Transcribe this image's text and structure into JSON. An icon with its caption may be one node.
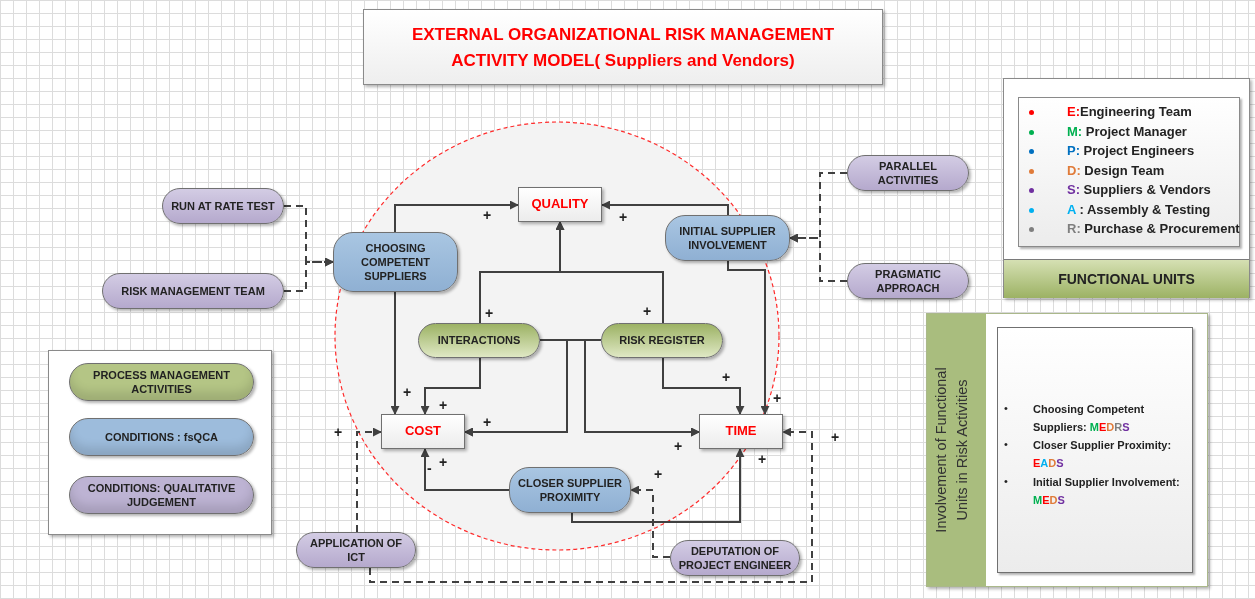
{
  "diagram": {
    "title": "EXTERNAL ORGANIZATIONAL RISK MANAGEMENT ACTIVITY MODEL( Suppliers and Vendors)",
    "nodes": [
      {
        "text": [
          "QUALITY"
        ]
      },
      {
        "text": [
          "COST"
        ]
      },
      {
        "text": [
          "TIME"
        ]
      },
      {
        "text": [
          "CHOOSING COMPETENT SUPPLIERS"
        ]
      },
      {
        "text": [
          "INITIAL SUPPLIER INVOLVEMENT"
        ]
      },
      {
        "text": [
          "INTERACTIONS"
        ]
      },
      {
        "text": [
          "RISK REGISTER"
        ]
      },
      {
        "text": [
          "CLOSER SUPPLIER PROXIMITY"
        ]
      },
      {
        "text": [
          "RUN AT RATE TEST"
        ]
      },
      {
        "text": [
          "RISK MANAGEMENT TEAM"
        ]
      },
      {
        "text": [
          "PARALLEL ACTIVITIES"
        ]
      },
      {
        "text": [
          "PRAGMATIC APPROACH"
        ]
      },
      {
        "text": [
          "APPLICATION OF ICT"
        ]
      },
      {
        "text": [
          "DEPUTATION OF PROJECT ENGINEER"
        ]
      }
    ],
    "edges": [
      {
        "from": 3,
        "to": 0,
        "arrow": "to"
      },
      {
        "from": 3,
        "to": 1,
        "arrow": "to"
      },
      {
        "from": 4,
        "to": 0,
        "arrow": "to"
      },
      {
        "from": 4,
        "to": 2,
        "arrow": "to"
      },
      {
        "from": 5,
        "to": 0,
        "arrow": "to"
      },
      {
        "from": 6,
        "to": 0,
        "arrow": "to"
      },
      {
        "from": 5,
        "to": 1,
        "arrow": "to"
      },
      {
        "from": 5,
        "to": 1,
        "arrow": "to"
      },
      {
        "from": 5,
        "to": 2,
        "arrow": "to"
      },
      {
        "from": 6,
        "to": 1,
        "arrow": "to"
      },
      {
        "from": 6,
        "to": 2,
        "arrow": "to"
      },
      {
        "from": 6,
        "to": 2,
        "arrow": "to"
      },
      {
        "from": 7,
        "to": 1,
        "arrow": "to"
      },
      {
        "from": 7,
        "to": 2,
        "arrow": "to"
      },
      {
        "from": 8,
        "to": 3,
        "arrow": "to",
        "style": "dashed"
      },
      {
        "from": 9,
        "to": 3,
        "arrow": "to",
        "style": "dashed"
      },
      {
        "from": 10,
        "to": 4,
        "arrow": "to",
        "style": "dashed"
      },
      {
        "from": 11,
        "to": 4,
        "arrow": "to",
        "style": "dashed"
      },
      {
        "from": 12,
        "to": 1,
        "arrow": "to",
        "style": "dashed"
      },
      {
        "from": 12,
        "to": 2,
        "arrow": "to",
        "style": "dashed"
      },
      {
        "from": 13,
        "to": 7,
        "arrow": "to",
        "style": "dashed"
      }
    ],
    "labels": [
      "FUNCTIONAL UNITS",
      "Involvement of Functional Units in Risk Activities",
      "•",
      "Choosing Competent Suppliers: MEDRS",
      "•",
      "Closer Supplier Proximity: EADS",
      "•",
      "Initial Supplier Involvement: MEDS",
      "+",
      "+",
      "+",
      "+",
      "+",
      "+",
      "+",
      "+",
      "-",
      "+",
      "+",
      "+",
      "+",
      "+",
      "+",
      "+"
    ],
    "legend": [
      {
        "text": "E:Engineering Team",
        "color": "#ff0000"
      },
      {
        "text": "M: Project Manager",
        "color": "#00b050"
      },
      {
        "text": "P: Project Engineers",
        "color": "#0070c0"
      },
      {
        "text": "D: Design Team",
        "color": "#e07b39"
      },
      {
        "text": "S: Suppliers & Vendors",
        "color": "#7030a0"
      },
      {
        "text": "A : Assembly & Testing",
        "color": "#00b0f0"
      },
      {
        "text": "R: Purchase & Procurement",
        "color": "#7f7f7f"
      },
      {
        "text": "PROCESS MANAGEMENT ACTIVITIES",
        "color": "#b4c585"
      },
      {
        "text": "CONDITIONS : fsQCA",
        "color": "#9dbcdc"
      },
      {
        "text": "CONDITIONS: QUALITATIVE JUDGEMENT",
        "color": "#bdb3d3"
      }
    ]
  }
}
